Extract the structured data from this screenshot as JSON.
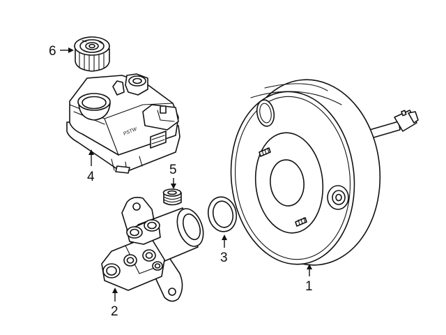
{
  "callouts": [
    {
      "id": "1",
      "label": "1"
    },
    {
      "id": "2",
      "label": "2"
    },
    {
      "id": "3",
      "label": "3"
    },
    {
      "id": "4",
      "label": "4"
    },
    {
      "id": "5",
      "label": "5"
    },
    {
      "id": "6",
      "label": "6"
    }
  ],
  "reservoir_emboss": "PSTW",
  "colors": {
    "line": "#111111",
    "background": "#ffffff"
  }
}
